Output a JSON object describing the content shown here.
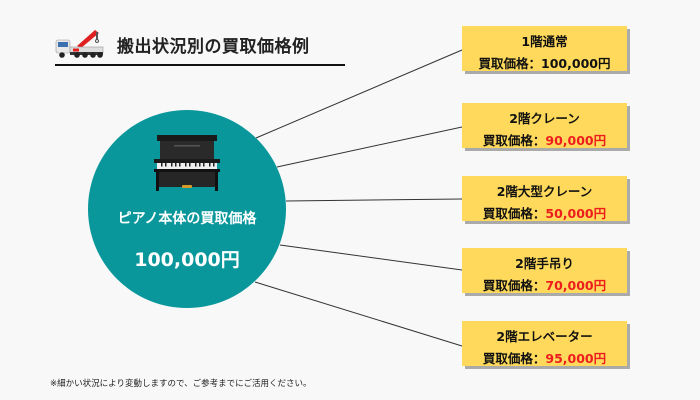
{
  "header": {
    "icon": "crane-truck-icon",
    "title": "搬出状況別の買取価格例"
  },
  "center": {
    "icon": "upright-piano-icon",
    "label": "ピアノ本体の買取価格",
    "price": "100,000円",
    "color": "#09979b"
  },
  "price_label": "買取価格：",
  "boxes": [
    {
      "title": "1階通常",
      "price": "100,000円",
      "highlight": false
    },
    {
      "title": "2階クレーン",
      "price": "90,000円",
      "highlight": true
    },
    {
      "title": "2階大型クレーン",
      "price": "50,000円",
      "highlight": true
    },
    {
      "title": "2階手吊り",
      "price": "70,000円",
      "highlight": true
    },
    {
      "title": "2階エレベーター",
      "price": "95,000円",
      "highlight": true
    }
  ],
  "colors": {
    "box_bg": "#fed95b",
    "highlight_price": "#ee1d1d",
    "background": "#f8f8f8"
  },
  "note": "※細かい状況により変動しますので、ご参考までにご活用ください。"
}
